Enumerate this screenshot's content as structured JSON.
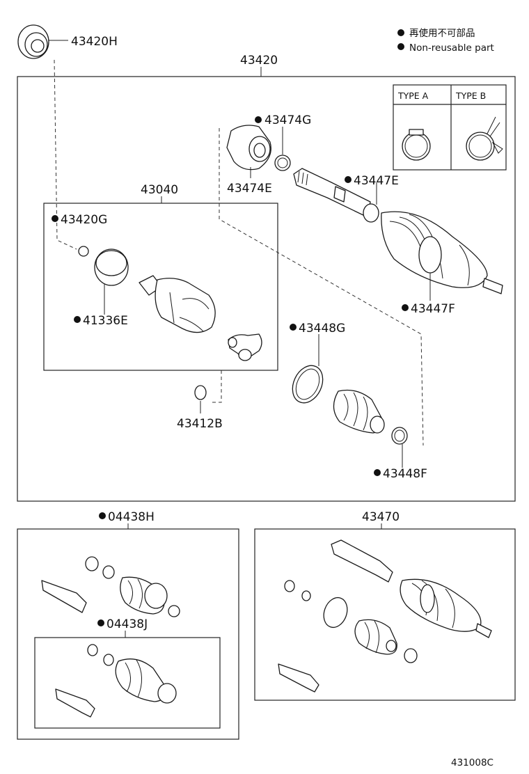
{
  "legend": {
    "japanese": "再使用不可部品",
    "english": "Non-reusable part"
  },
  "type_table": {
    "type_a": "TYPE A",
    "type_b": "TYPE B"
  },
  "labels": {
    "p43420H": "43420H",
    "p43420": "43420",
    "p43474G": "43474G",
    "p43474E": "43474E",
    "p43040": "43040",
    "p43420G": "43420G",
    "p41336E": "41336E",
    "p43447E": "43447E",
    "p43447F": "43447F",
    "p43448G": "43448G",
    "p43412B": "43412B",
    "p43448F": "43448F",
    "p04438H": "04438H",
    "p04438J": "04438J",
    "p43470": "43470"
  },
  "diagram_id": "431008C"
}
